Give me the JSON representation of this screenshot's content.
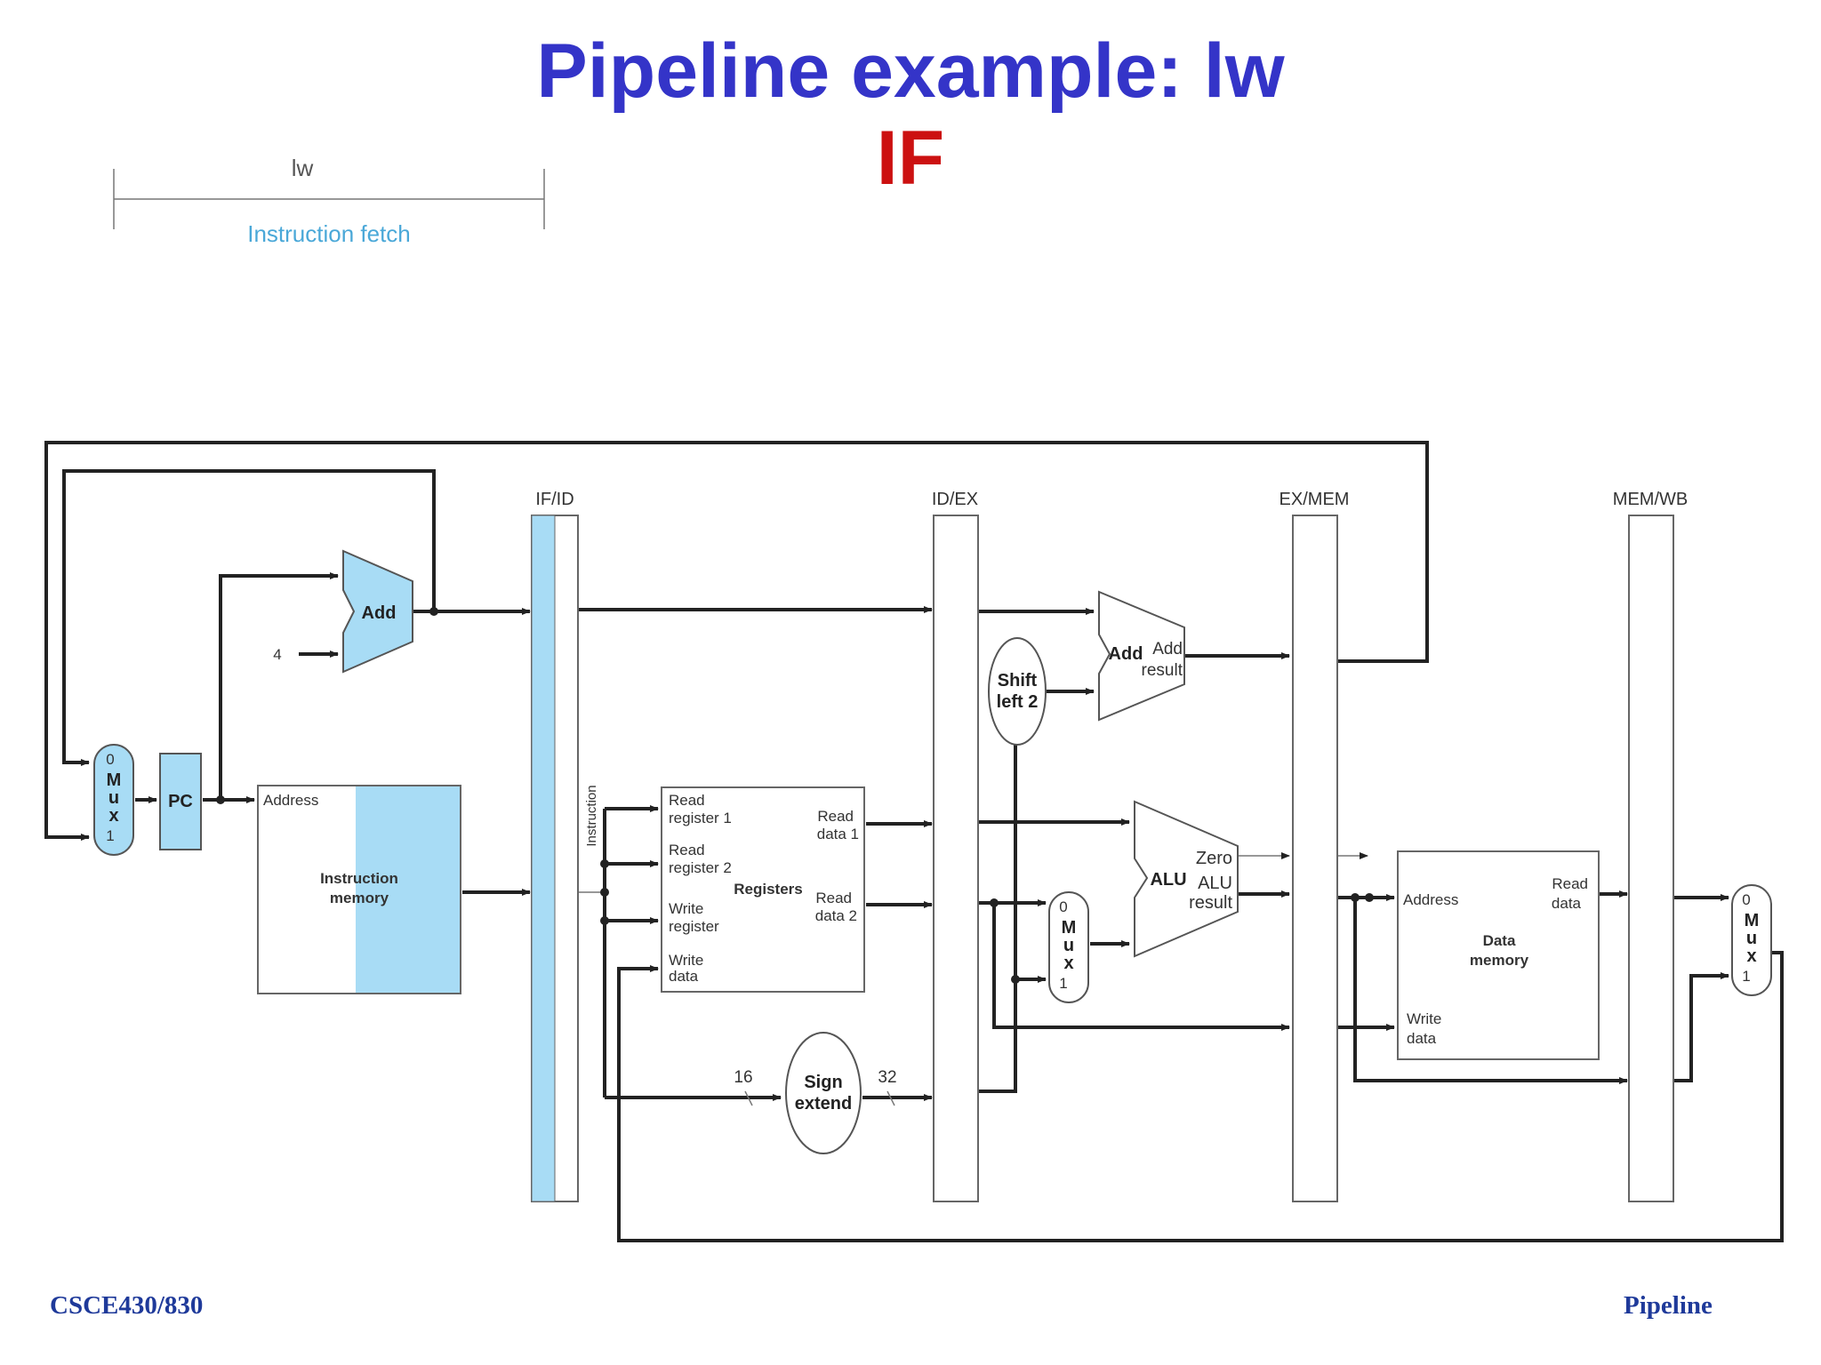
{
  "slide": {
    "title": "Pipeline example: lw",
    "stage": "IF",
    "footer_left": "CSCE430/830",
    "footer_right": "Pipeline"
  },
  "timeline": {
    "instruction": "lw",
    "stage_label": "Instruction fetch"
  },
  "diagram": {
    "pipeline_registers": [
      "IF/ID",
      "ID/EX",
      "EX/MEM",
      "MEM/WB"
    ],
    "pc": "PC",
    "add_if": "Add",
    "constant_four": "4",
    "mux_if": [
      "0",
      "M",
      "u",
      "x",
      "1"
    ],
    "instruction_memory": {
      "address": "Address",
      "name_line1": "Instruction",
      "name_line2": "memory"
    },
    "instruction_bus": "Instruction",
    "registers": {
      "name": "Registers",
      "read_register1": [
        "Read",
        "register 1"
      ],
      "read_register2": [
        "Read",
        "register 2"
      ],
      "write_register": [
        "Write",
        "register"
      ],
      "write_data": [
        "Write",
        "data"
      ],
      "read_data1": [
        "Read",
        "data 1"
      ],
      "read_data2": [
        "Read",
        "data 2"
      ]
    },
    "sign_extend": {
      "line1": "Sign",
      "line2": "extend",
      "in_bits": "16",
      "out_bits": "32"
    },
    "shift_left": {
      "line1": "Shift",
      "line2": "left 2"
    },
    "add_branch": {
      "name": "Add",
      "result1": "Add",
      "result2": "result"
    },
    "alu": {
      "name": "ALU",
      "zero": "Zero",
      "result1": "ALU",
      "result2": "result"
    },
    "mux_ex": [
      "0",
      "M",
      "u",
      "x",
      "1"
    ],
    "data_memory": {
      "address": "Address",
      "read_data": [
        "Read",
        "data"
      ],
      "write_data": [
        "Write",
        "data"
      ],
      "name_line1": "Data",
      "name_line2": "memory"
    },
    "mux_wb": [
      "0",
      "M",
      "u",
      "x",
      "1"
    ]
  },
  "colors": {
    "title": "#3434c8",
    "stage": "#cc1111",
    "highlight": "#a8dcf5",
    "footer": "#1f3a9a",
    "timeline_label": "#4aa8d8"
  }
}
